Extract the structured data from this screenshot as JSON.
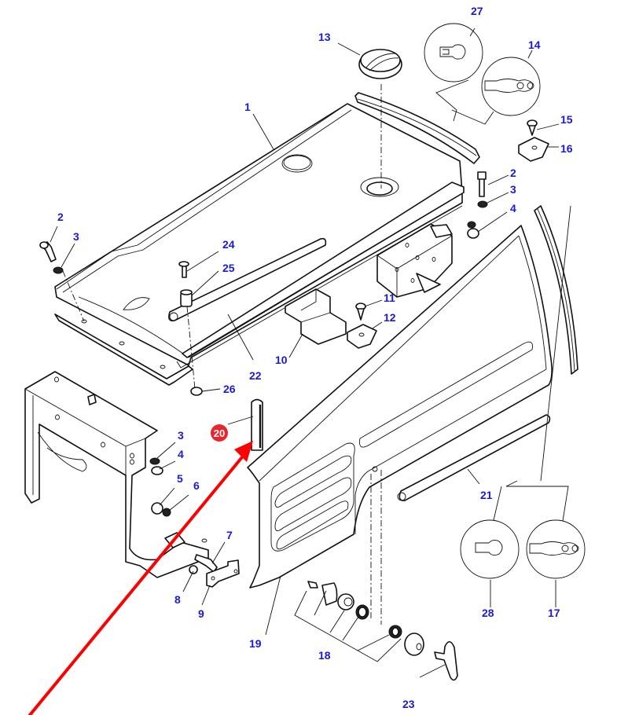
{
  "diagram": {
    "title": "Cab roof / side panel exploded parts view",
    "label_color": "#1a1ad6",
    "highlight_color": "#e8262b",
    "arrow_color": "#ff0000",
    "highlighted_part": "20",
    "callouts": [
      {
        "id": "c1",
        "text": "1"
      },
      {
        "id": "c2a",
        "text": "2"
      },
      {
        "id": "c3a",
        "text": "3"
      },
      {
        "id": "c2b",
        "text": "2"
      },
      {
        "id": "c3b",
        "text": "3"
      },
      {
        "id": "c4a",
        "text": "4"
      },
      {
        "id": "c3c",
        "text": "3"
      },
      {
        "id": "c4b",
        "text": "4"
      },
      {
        "id": "c5",
        "text": "5"
      },
      {
        "id": "c6",
        "text": "6"
      },
      {
        "id": "c7",
        "text": "7"
      },
      {
        "id": "c8",
        "text": "8"
      },
      {
        "id": "c9",
        "text": "9"
      },
      {
        "id": "c10",
        "text": "10"
      },
      {
        "id": "c11",
        "text": "11"
      },
      {
        "id": "c12",
        "text": "12"
      },
      {
        "id": "c13",
        "text": "13"
      },
      {
        "id": "c14",
        "text": "14"
      },
      {
        "id": "c15",
        "text": "15"
      },
      {
        "id": "c16",
        "text": "16"
      },
      {
        "id": "c17",
        "text": "17"
      },
      {
        "id": "c18",
        "text": "18"
      },
      {
        "id": "c19",
        "text": "19"
      },
      {
        "id": "c20",
        "text": "20"
      },
      {
        "id": "c21",
        "text": "21"
      },
      {
        "id": "c22",
        "text": "22"
      },
      {
        "id": "c23",
        "text": "23"
      },
      {
        "id": "c24",
        "text": "24"
      },
      {
        "id": "c25",
        "text": "25"
      },
      {
        "id": "c26",
        "text": "26"
      },
      {
        "id": "c27",
        "text": "27"
      },
      {
        "id": "c28",
        "text": "28"
      }
    ],
    "profile_insets": [
      {
        "part": "27",
        "profile": "single-bulb seal section"
      },
      {
        "part": "14",
        "profile": "multi-bulb seal section"
      },
      {
        "part": "28",
        "profile": "single-bulb seal section"
      },
      {
        "part": "17",
        "profile": "multi-bulb seal section"
      }
    ]
  }
}
